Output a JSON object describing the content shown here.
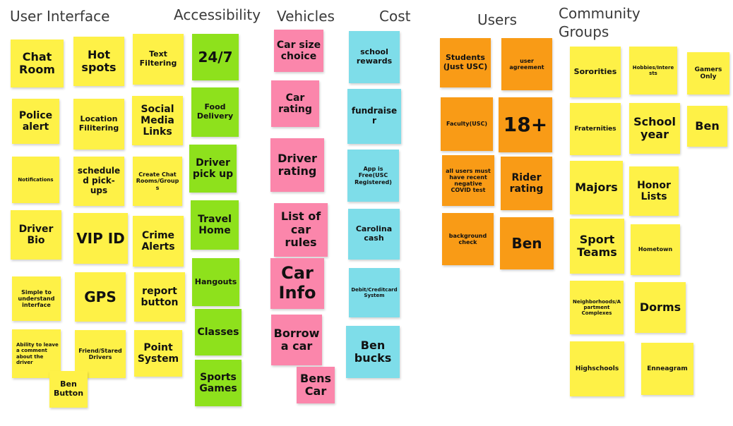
{
  "headers": {
    "user_interface": "User Interface",
    "accessibility": "Accessibility",
    "vehicles": "Vehicles",
    "cost": "Cost",
    "users": "Users",
    "community_groups": "Community\nGroups"
  },
  "notes": {
    "chat_room": "Chat Room",
    "hot_spots": "Hot spots",
    "text_filtering": "Text Filtering",
    "police_alert": "Police alert",
    "location_filtering": "Location Filitering",
    "social_media_links": "Social Media Links",
    "notifications": "Notifications",
    "scheduled_pickups": "scheduled pick-ups",
    "create_chat_rooms": "Create Chat Rooms/Groups",
    "driver_bio": "Driver Bio",
    "vip_id": "VIP ID",
    "crime_alerts": "Crime Alerts",
    "simple_interface": "Simple to understand interface",
    "gps": "GPS",
    "report_button": "report button",
    "leave_comment": "Ability to leave a comment about the driver",
    "friend_drivers": "Friend/Stared Drivers",
    "point_system": "Point System",
    "ben_button": "Ben Button",
    "always_on": "24/7",
    "food_delivery": "Food Delivery",
    "driver_pickup": "Driver pick up",
    "travel_home": "Travel Home",
    "hangouts": "Hangouts",
    "classes": "Classes",
    "sports_games": "Sports Games",
    "car_size_choice": "Car size choice",
    "car_rating": "Car rating",
    "driver_rating": "Driver rating",
    "list_car_rules": "List of car rules",
    "car_info": "Car Info",
    "borrow_car": "Borrow a car",
    "bens_car": "Bens Car",
    "school_rewards": "school rewards",
    "fundraiser": "fundraiser",
    "app_free": "App is Free(USC Registered)",
    "carolina_cash": "Carolina cash",
    "debit_credit": "Debit/Creditcard System",
    "ben_bucks": "Ben bucks",
    "students": "Students (Just USC)",
    "user_agreement": "user agreement",
    "faculty": "Faculty(USC)",
    "age_18": "18+",
    "covid_test": "all users must have recent negative COVID test",
    "rider_rating": "Rider rating",
    "background_check": "background check",
    "ben_users": "Ben",
    "sororities": "Sororities",
    "hobbies": "Hobbies/Interests",
    "gamers_only": "Gamers Only",
    "fraternities": "Fraternities",
    "school_year": "School year",
    "ben_community": "Ben",
    "majors": "Majors",
    "honor_lists": "Honor Lists",
    "sport_teams": "Sport Teams",
    "hometown": "Hometown",
    "neighborhoods": "Neighborhoods/Apartment Complexes",
    "dorms": "Dorms",
    "highschools": "Highschools",
    "enneagram": "Enneagram"
  },
  "colors": {
    "yellow": "#fef147",
    "green": "#8ee11c",
    "pink": "#fb86ab",
    "cyan": "#7edde9",
    "orange": "#f99b16"
  }
}
